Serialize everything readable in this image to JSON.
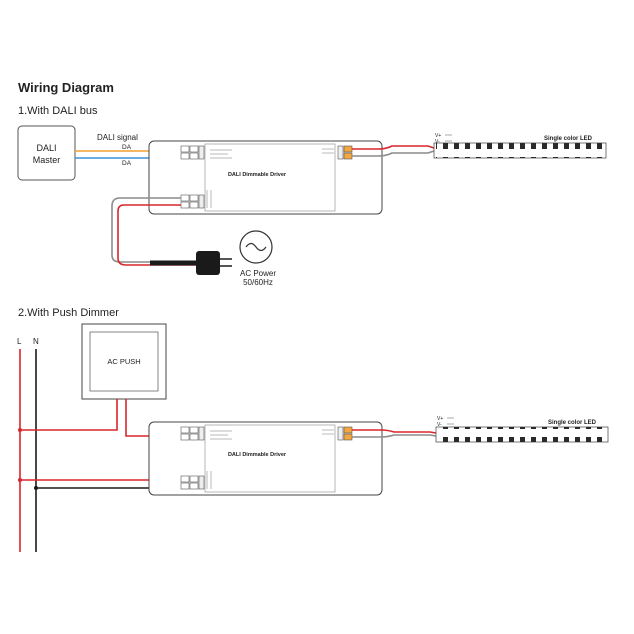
{
  "title": "Wiring Diagram",
  "section1": {
    "heading": "1.With DALI bus",
    "master_line1": "DALI",
    "master_line2": "Master",
    "signal_label": "DALI signal",
    "da_label_1": "DA",
    "da_label_2": "DA",
    "driver_label": "DALI Dimmable Driver",
    "ac_power_line1": "AC Power",
    "ac_power_line2": "50/60Hz",
    "led_label": "Single color LED",
    "led_vplus": "V+",
    "led_vminus": "V-"
  },
  "section2": {
    "heading": "2.With Push Dimmer",
    "l_label": "L",
    "n_label": "N",
    "push_label": "AC PUSH",
    "driver_label": "DALI Dimmable Driver",
    "led_label": "Single color LED",
    "led_vplus": "V+",
    "led_vminus": "V-"
  },
  "colors": {
    "red_wire": "#d9262c",
    "orange_wire": "#f0a030",
    "blue_wire": "#3d8fd6",
    "gray_wire": "#8c8c8c",
    "black": "#1a1a1a"
  }
}
